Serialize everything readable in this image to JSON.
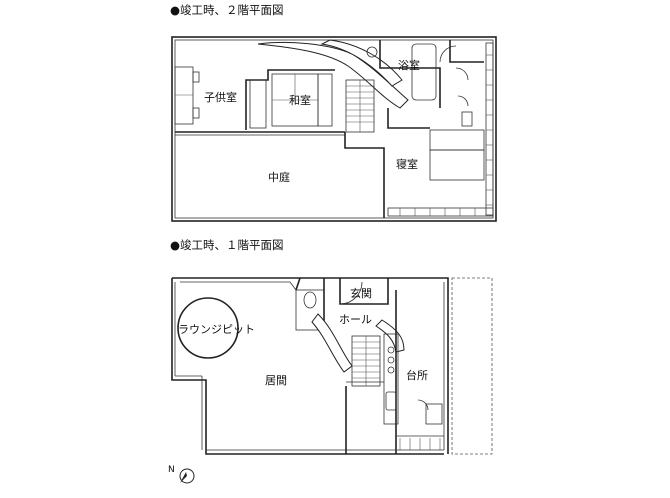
{
  "floor2": {
    "title": "●竣工時、２階平面図",
    "rooms": {
      "child_room": "子供室",
      "japanese_room": "和室",
      "bathroom": "浴室",
      "courtyard": "中庭",
      "bedroom": "寝室"
    }
  },
  "floor1": {
    "title": "●竣工時、１階平面図",
    "rooms": {
      "entrance": "玄関",
      "hall": "ホール",
      "lounge_pit": "ラウンジピット",
      "living": "居間",
      "kitchen": "台所"
    }
  },
  "compass": {
    "north_label": "N"
  }
}
